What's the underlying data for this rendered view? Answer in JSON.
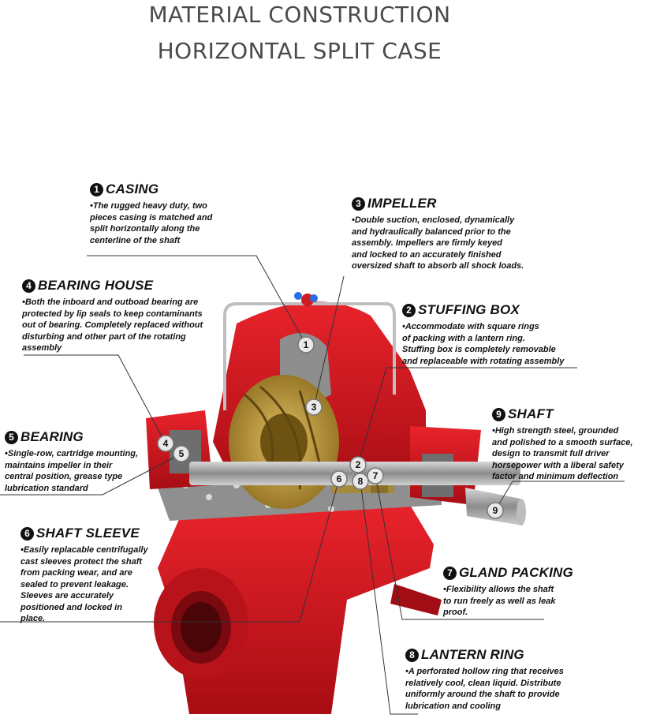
{
  "title": {
    "line1": "MATERIAL CONSTRUCTION",
    "line2": "HORIZONTAL SPLIT CASE"
  },
  "callouts": {
    "casing": {
      "number": "1",
      "name": "CASING",
      "desc": "•The rugged heavy duty, two\npieces casing is matched and\nsplit horizontally along the\ncenterline of the shaft"
    },
    "stuffing_box": {
      "number": "2",
      "name": "STUFFING BOX",
      "desc": "•Accommodate with square rings\nof packing with a lantern ring.\nStuffing box is completely removable\nand replaceable with rotating assembly"
    },
    "impeller": {
      "number": "3",
      "name": "IMPELLER",
      "desc": "•Double suction, enclosed, dynamically\nand hydraulically balanced prior to the\nassembly. Impellers are firmly keyed\nand locked to an accurately finished\noversized shaft to absorb all shock loads."
    },
    "bearing_house": {
      "number": "4",
      "name": "BEARING HOUSE",
      "desc": "•Both the inboard and outboad bearing are\nprotected by lip seals to keep contaminants\nout of bearing. Completely replaced without\ndisturbing and other part of the rotating\nassembly"
    },
    "bearing": {
      "number": "5",
      "name": "BEARING",
      "desc": "•Single-row, cartridge mounting,\nmaintains impeller in their\ncentral position, grease type\nlubrication standard"
    },
    "shaft_sleeve": {
      "number": "6",
      "name": "SHAFT SLEEVE",
      "desc": "•Easily replacable centrifugally\ncast sleeves protect the shaft\nfrom packing wear, and are\nsealed to prevent leakage.\nSleeves are accurately\npositioned and locked in\nplace."
    },
    "gland_packing": {
      "number": "7",
      "name": "GLAND PACKING",
      "desc": "•Flexibility allows the shaft\nto run freely as well as leak\nproof."
    },
    "lantern_ring": {
      "number": "8",
      "name": "LANTERN RING",
      "desc": "•A perforated hollow ring that receives\nrelatively cool, clean liquid. Distribute\nuniformly around the shaft to provide\nlubrication and cooling"
    },
    "shaft": {
      "number": "9",
      "name": "SHAFT",
      "desc": "•High strength steel, grounded\nand polished to a smooth surface,\ndesign to transmit full driver\nhorsepower with a liberal safety\nfactor and minimum deflection"
    }
  },
  "markers": [
    "1",
    "2",
    "3",
    "4",
    "5",
    "6",
    "7",
    "8",
    "9"
  ],
  "colors": {
    "pump_red": "#d0121b",
    "casing_gray": "#9a9a9a",
    "impeller_bronze": "#b08a2a",
    "text": "#111111"
  }
}
